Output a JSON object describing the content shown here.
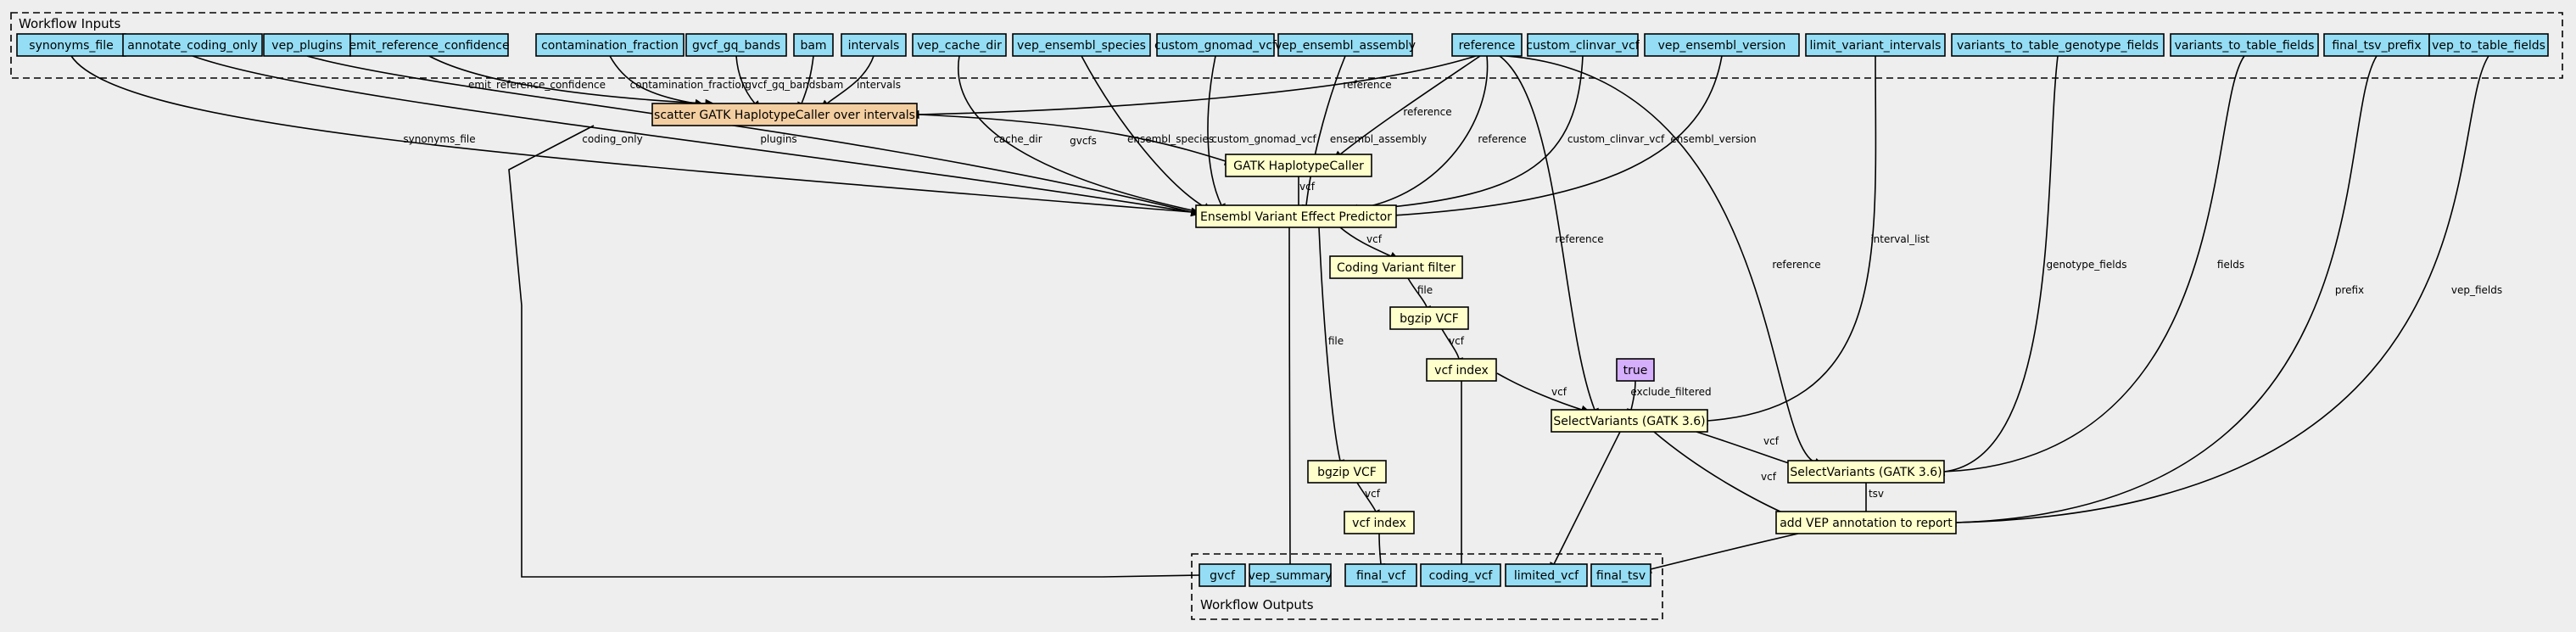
{
  "diagram": {
    "inputs_cluster_label": "Workflow Inputs",
    "outputs_cluster_label": "Workflow Outputs",
    "colors": {
      "background": "#eeeeee",
      "io_node": "#94ddf4",
      "step_node": "#ffffcc",
      "scatter_node": "#f3cea1",
      "const_node": "#d5aefc"
    },
    "inputs": [
      {
        "id": "synonyms_file",
        "label": "synonyms_file"
      },
      {
        "id": "annotate_coding_only",
        "label": "annotate_coding_only"
      },
      {
        "id": "vep_plugins",
        "label": "vep_plugins"
      },
      {
        "id": "emit_reference_confidence",
        "label": "emit_reference_confidence"
      },
      {
        "id": "contamination_fraction",
        "label": "contamination_fraction"
      },
      {
        "id": "gvcf_gq_bands",
        "label": "gvcf_gq_bands"
      },
      {
        "id": "bam",
        "label": "bam"
      },
      {
        "id": "intervals",
        "label": "intervals"
      },
      {
        "id": "vep_cache_dir",
        "label": "vep_cache_dir"
      },
      {
        "id": "vep_ensembl_species",
        "label": "vep_ensembl_species"
      },
      {
        "id": "custom_gnomad_vcf",
        "label": "custom_gnomad_vcf"
      },
      {
        "id": "vep_ensembl_assembly",
        "label": "vep_ensembl_assembly"
      },
      {
        "id": "reference",
        "label": "reference"
      },
      {
        "id": "custom_clinvar_vcf",
        "label": "custom_clinvar_vcf"
      },
      {
        "id": "vep_ensembl_version",
        "label": "vep_ensembl_version"
      },
      {
        "id": "limit_variant_intervals",
        "label": "limit_variant_intervals"
      },
      {
        "id": "variants_to_table_genotype_fields",
        "label": "variants_to_table_genotype_fields"
      },
      {
        "id": "variants_to_table_fields",
        "label": "variants_to_table_fields"
      },
      {
        "id": "final_tsv_prefix",
        "label": "final_tsv_prefix"
      },
      {
        "id": "vep_to_table_fields",
        "label": "vep_to_table_fields"
      }
    ],
    "steps": [
      {
        "id": "scatter_haplotypecaller",
        "label": "scatter GATK HaplotypeCaller over intervals",
        "kind": "scatter"
      },
      {
        "id": "haplotypecaller",
        "label": "GATK HaplotypeCaller",
        "kind": "step"
      },
      {
        "id": "vep",
        "label": "Ensembl Variant Effect Predictor",
        "kind": "step"
      },
      {
        "id": "coding_filter",
        "label": "Coding Variant filter",
        "kind": "step"
      },
      {
        "id": "bgzip_coding",
        "label": "bgzip VCF",
        "kind": "step"
      },
      {
        "id": "index_coding",
        "label": "vcf index",
        "kind": "step"
      },
      {
        "id": "true_const",
        "label": "true",
        "kind": "const"
      },
      {
        "id": "select_variants",
        "label": "SelectVariants (GATK 3.6)",
        "kind": "step"
      },
      {
        "id": "variants_to_table",
        "label": "SelectVariants (GATK 3.6)",
        "kind": "step"
      },
      {
        "id": "bgzip_vep",
        "label": "bgzip VCF",
        "kind": "step"
      },
      {
        "id": "index_vep",
        "label": "vcf index",
        "kind": "step"
      },
      {
        "id": "add_vep_report",
        "label": "add VEP annotation to report",
        "kind": "step"
      }
    ],
    "outputs": [
      {
        "id": "gvcf",
        "label": "gvcf"
      },
      {
        "id": "vep_summary",
        "label": "vep_summary"
      },
      {
        "id": "final_vcf",
        "label": "final_vcf"
      },
      {
        "id": "coding_vcf",
        "label": "coding_vcf"
      },
      {
        "id": "limited_vcf",
        "label": "limited_vcf"
      },
      {
        "id": "final_tsv",
        "label": "final_tsv"
      }
    ],
    "edges": [
      {
        "from": "synonyms_file",
        "to": "vep",
        "label": "synonyms_file"
      },
      {
        "from": "annotate_coding_only",
        "to": "vep",
        "label": "coding_only"
      },
      {
        "from": "vep_plugins",
        "to": "vep",
        "label": "plugins"
      },
      {
        "from": "emit_reference_confidence",
        "to": "scatter_haplotypecaller",
        "label": "emit_reference_confidence"
      },
      {
        "from": "contamination_fraction",
        "to": "scatter_haplotypecaller",
        "label": "contamination_fraction"
      },
      {
        "from": "gvcf_gq_bands",
        "to": "scatter_haplotypecaller",
        "label": "gvcf_gq_bands"
      },
      {
        "from": "bam",
        "to": "scatter_haplotypecaller",
        "label": "bam"
      },
      {
        "from": "intervals",
        "to": "scatter_haplotypecaller",
        "label": "intervals"
      },
      {
        "from": "vep_cache_dir",
        "to": "vep",
        "label": "cache_dir"
      },
      {
        "from": "vep_ensembl_species",
        "to": "vep",
        "label": "ensembl_species"
      },
      {
        "from": "custom_gnomad_vcf",
        "to": "vep",
        "label": "custom_gnomad_vcf"
      },
      {
        "from": "vep_ensembl_assembly",
        "to": "vep",
        "label": "ensembl_assembly"
      },
      {
        "from": "reference",
        "to": "scatter_haplotypecaller",
        "label": "reference"
      },
      {
        "from": "reference",
        "to": "haplotypecaller",
        "label": "reference"
      },
      {
        "from": "reference",
        "to": "vep",
        "label": "reference"
      },
      {
        "from": "reference",
        "to": "select_variants",
        "label": "reference"
      },
      {
        "from": "reference",
        "to": "variants_to_table",
        "label": "reference"
      },
      {
        "from": "custom_clinvar_vcf",
        "to": "vep",
        "label": "custom_clinvar_vcf"
      },
      {
        "from": "vep_ensembl_version",
        "to": "vep",
        "label": "ensembl_version"
      },
      {
        "from": "limit_variant_intervals",
        "to": "select_variants",
        "label": "interval_list"
      },
      {
        "from": "variants_to_table_genotype_fields",
        "to": "variants_to_table",
        "label": "genotype_fields"
      },
      {
        "from": "variants_to_table_fields",
        "to": "variants_to_table",
        "label": "fields"
      },
      {
        "from": "final_tsv_prefix",
        "to": "add_vep_report",
        "label": "prefix"
      },
      {
        "from": "vep_to_table_fields",
        "to": "add_vep_report",
        "label": "vep_fields"
      },
      {
        "from": "scatter_haplotypecaller",
        "to": "haplotypecaller",
        "label": "gvcfs"
      },
      {
        "from": "scatter_haplotypecaller",
        "to": "gvcf",
        "label": ""
      },
      {
        "from": "haplotypecaller",
        "to": "vep",
        "label": "vcf"
      },
      {
        "from": "vep",
        "to": "coding_filter",
        "label": "vcf"
      },
      {
        "from": "vep",
        "to": "bgzip_vep",
        "label": "file"
      },
      {
        "from": "vep",
        "to": "vep_summary",
        "label": ""
      },
      {
        "from": "coding_filter",
        "to": "bgzip_coding",
        "label": "file"
      },
      {
        "from": "bgzip_coding",
        "to": "index_coding",
        "label": "vcf"
      },
      {
        "from": "index_coding",
        "to": "select_variants",
        "label": "vcf"
      },
      {
        "from": "index_coding",
        "to": "coding_vcf",
        "label": ""
      },
      {
        "from": "true_const",
        "to": "select_variants",
        "label": "exclude_filtered"
      },
      {
        "from": "select_variants",
        "to": "variants_to_table",
        "label": "vcf"
      },
      {
        "from": "select_variants",
        "to": "add_vep_report",
        "label": "vcf"
      },
      {
        "from": "select_variants",
        "to": "limited_vcf",
        "label": ""
      },
      {
        "from": "variants_to_table",
        "to": "add_vep_report",
        "label": "tsv"
      },
      {
        "from": "bgzip_vep",
        "to": "index_vep",
        "label": "vcf"
      },
      {
        "from": "index_vep",
        "to": "final_vcf",
        "label": ""
      },
      {
        "from": "add_vep_report",
        "to": "final_tsv",
        "label": ""
      }
    ]
  }
}
